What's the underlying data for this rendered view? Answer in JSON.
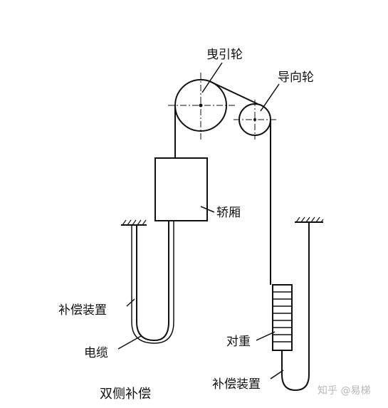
{
  "diagram": {
    "labels": {
      "traction_sheave": "曳引轮",
      "guide_sheave": "导向轮",
      "car": "轿厢",
      "compensation_left": "补偿装置",
      "cable": "电缆",
      "counterweight": "对重",
      "compensation_right": "补偿装置",
      "caption": "双侧补偿"
    },
    "watermark": "知乎 @易梯",
    "colors": {
      "ink": "#111111",
      "background": "#ffffff",
      "watermark": "#b8b8b8"
    }
  }
}
